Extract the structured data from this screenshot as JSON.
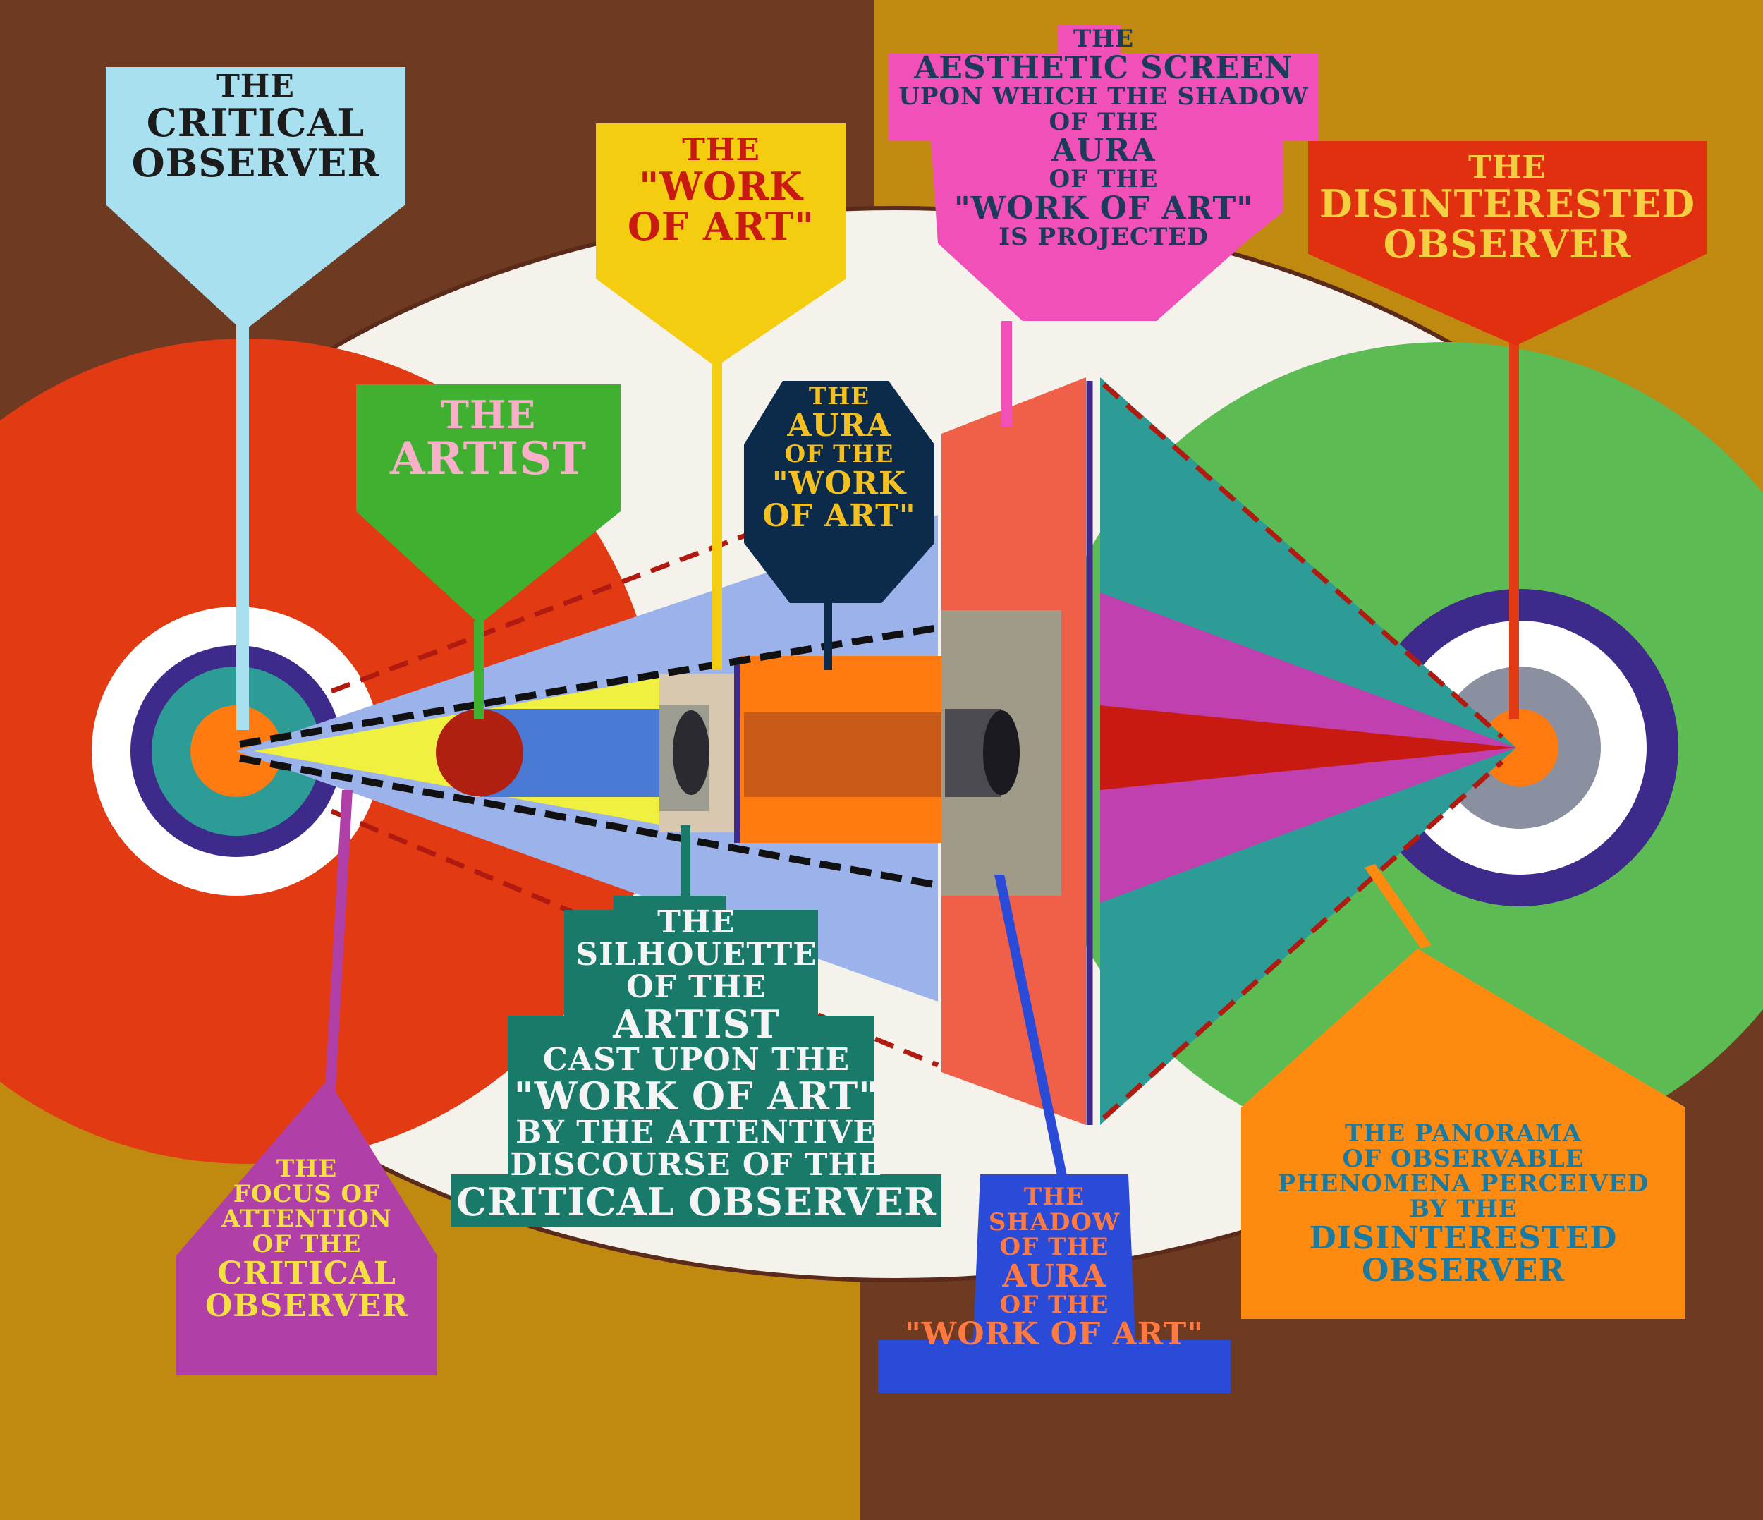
{
  "colors": {
    "canvas_brown": "#6e3a22",
    "canvas_gold": "#c08a10",
    "oval_white": "#f4f2ea",
    "left_circle_red": "#e23a12",
    "right_circle_green": "#5cbb52",
    "screen_salmon": "#f06048",
    "cone_blue": "#9cb2ea",
    "beam_yellow": "#f0f040",
    "teal": "#2e9c96",
    "purple": "#3e2a8a",
    "orange": "#ff7a10",
    "magenta": "#c040b0"
  },
  "labels": {
    "critical_observer": {
      "line1": "THE",
      "line2": "CRITICAL",
      "line3": "OBSERVER"
    },
    "work_of_art": {
      "line1": "THE",
      "line2": "\"WORK",
      "line3": "OF ART\""
    },
    "aesthetic_screen": {
      "line1": "THE",
      "line2": "AESTHETIC SCREEN",
      "line3": "UPON WHICH THE SHADOW",
      "line4": "OF THE",
      "line5": "AURA",
      "line6": "OF THE",
      "line7": "\"WORK OF ART\"",
      "line8": "IS PROJECTED"
    },
    "disinterested_observer": {
      "line1": "THE",
      "line2": "DISINTERESTED",
      "line3": "OBSERVER"
    },
    "artist": {
      "line1": "THE",
      "line2": "ARTIST"
    },
    "aura": {
      "line1": "THE",
      "line2": "AURA",
      "line3": "OF THE",
      "line4": "\"WORK",
      "line5": "OF ART\""
    },
    "silhouette": {
      "line1": "THE",
      "line2": "SILHOUETTE",
      "line3": "OF THE",
      "line4": "ARTIST",
      "line5": "CAST UPON THE",
      "line6": "\"WORK OF ART\"",
      "line7": "BY THE ATTENTIVE",
      "line8": "DISCOURSE OF THE",
      "line9": "CRITICAL OBSERVER"
    },
    "focus_of_attention": {
      "line1": "THE",
      "line2": "FOCUS OF",
      "line3": "ATTENTION",
      "line4": "OF THE",
      "line5": "CRITICAL",
      "line6": "OBSERVER"
    },
    "shadow_of_aura": {
      "line1": "THE",
      "line2": "SHADOW",
      "line3": "OF THE",
      "line4": "AURA",
      "line5": "OF THE",
      "line6": "\"WORK OF ART\""
    },
    "panorama": {
      "line1": "THE PANORAMA",
      "line2": "OF OBSERVABLE",
      "line3": "PHENOMENA PERCEIVED",
      "line4": "BY THE",
      "line5": "DISINTERESTED",
      "line6": "OBSERVER"
    }
  }
}
